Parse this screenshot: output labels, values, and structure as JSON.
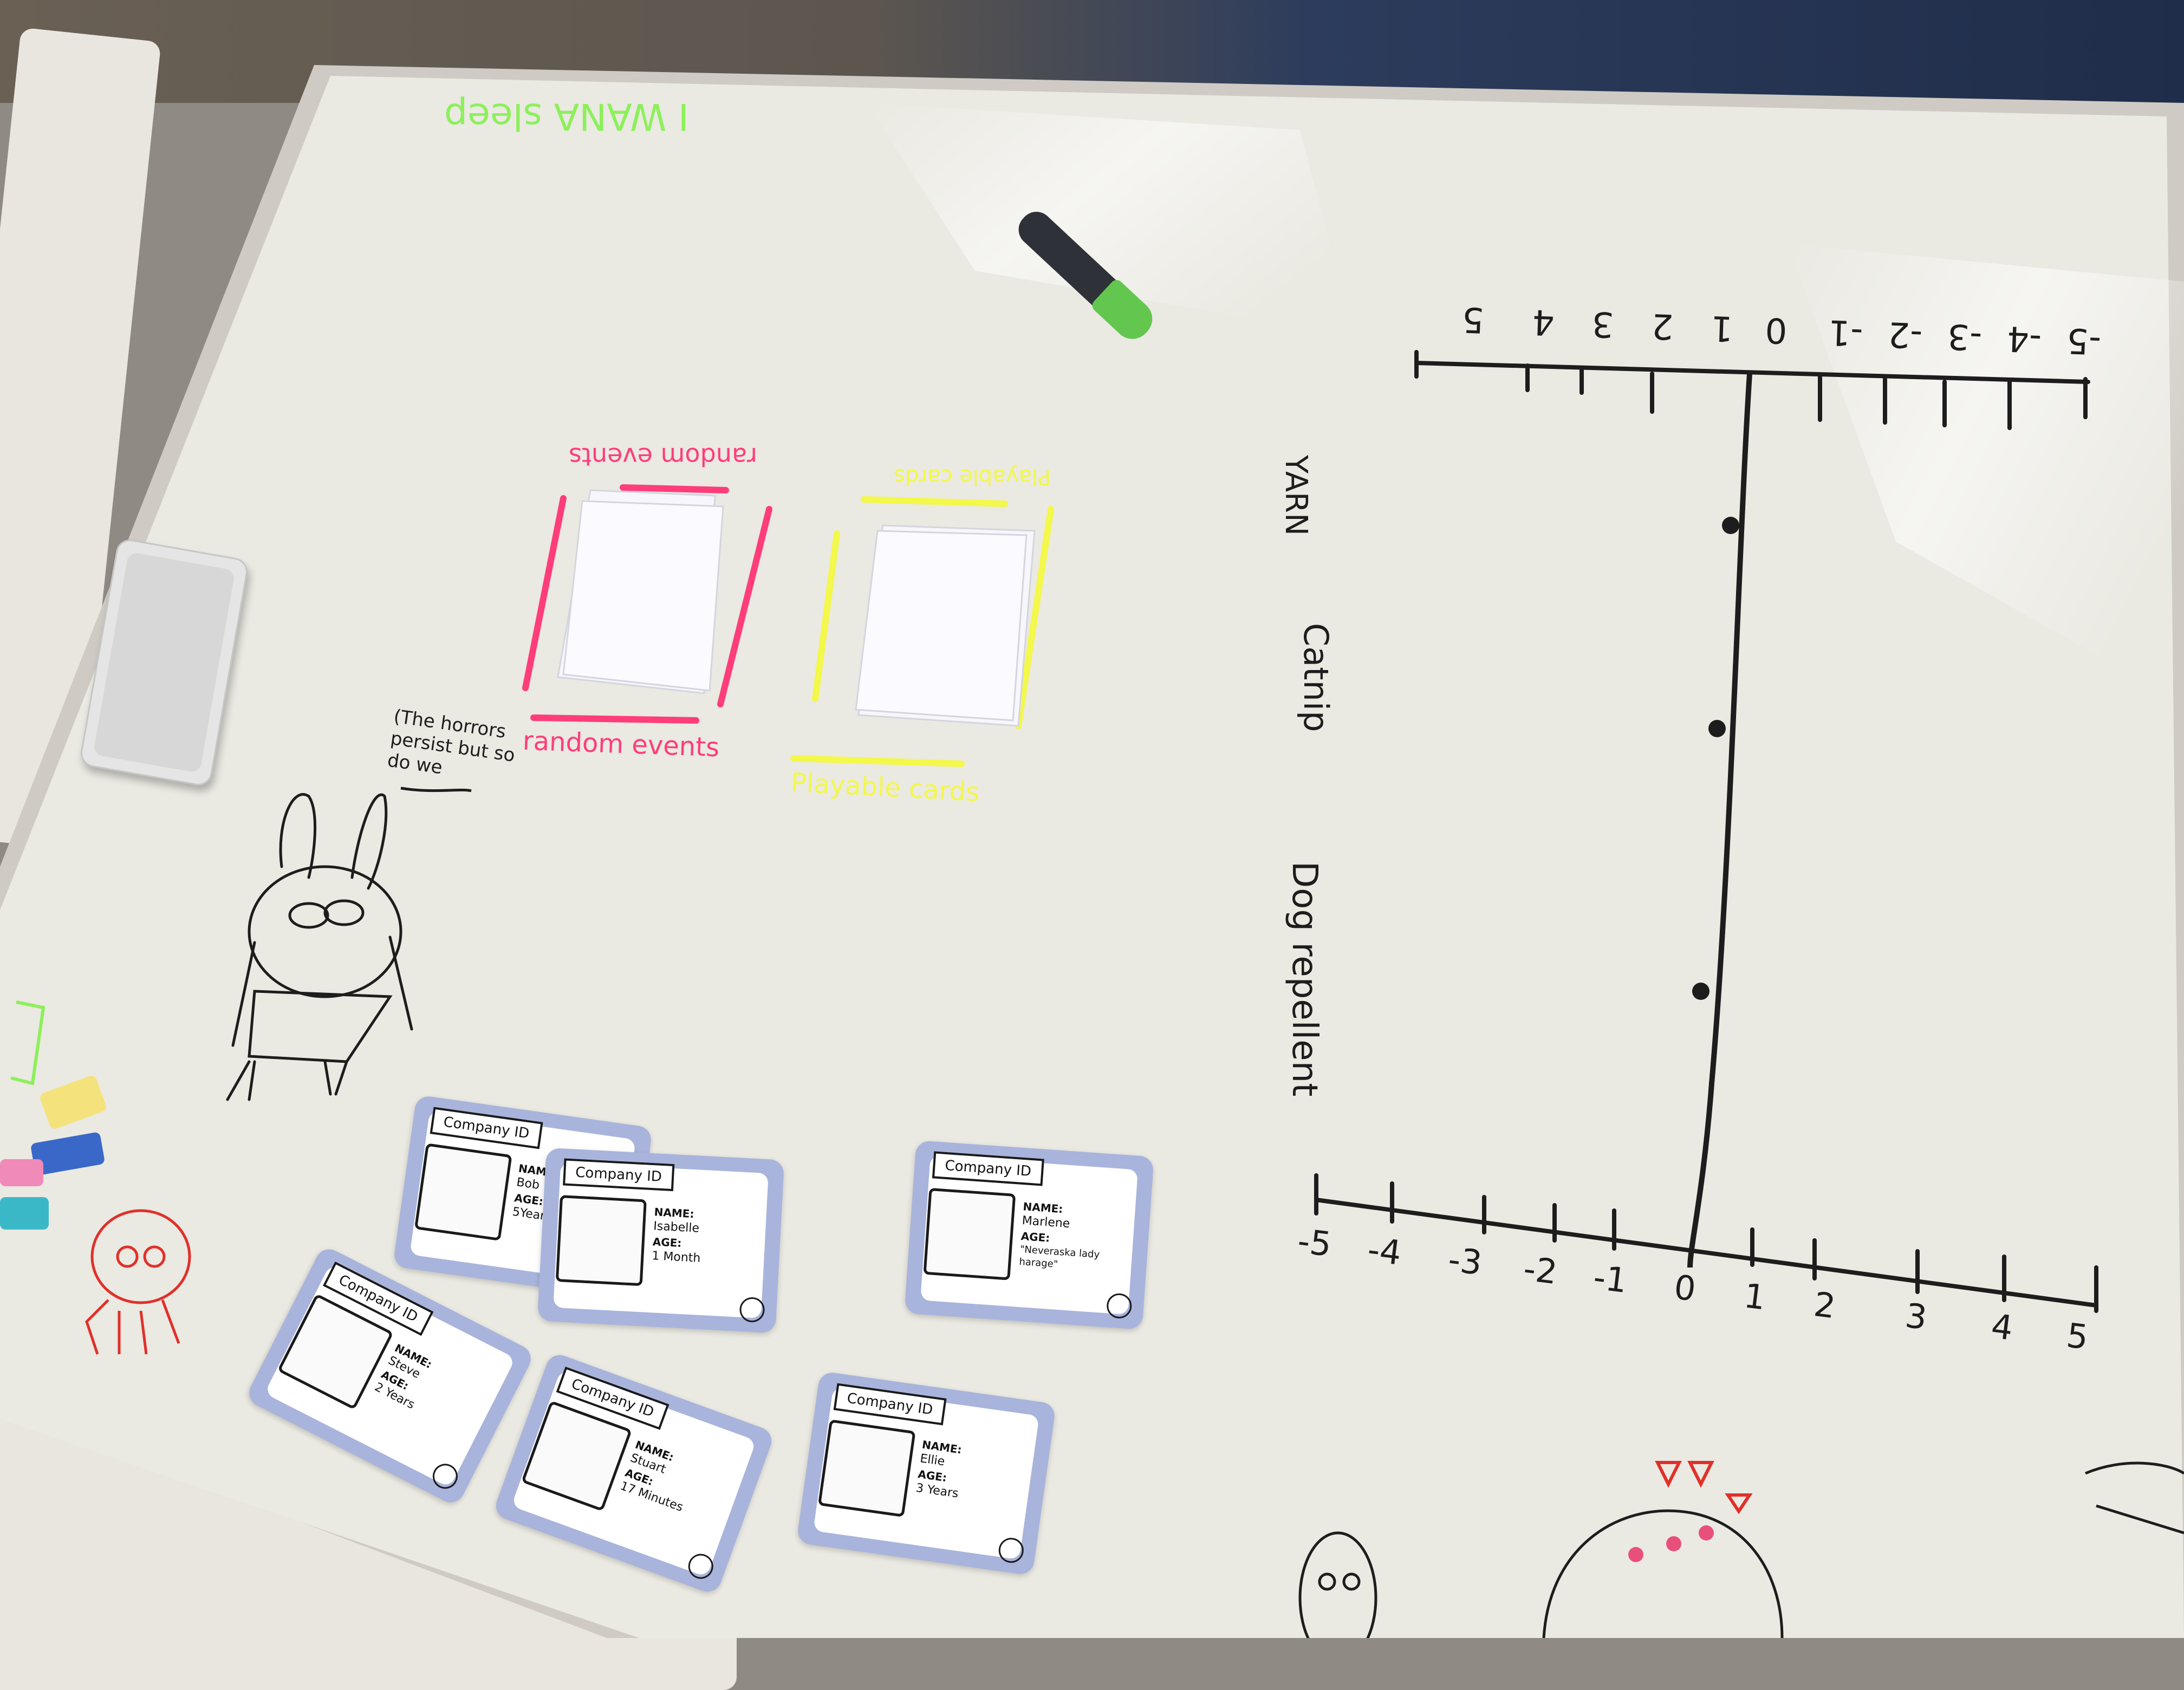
{
  "board_title": "I WANA sleep",
  "stacks": {
    "random_label_top": "random events",
    "random_label_bottom": "random events",
    "playable_label_top": "Playable cards",
    "playable_label_bottom": "Playable cards"
  },
  "speech": "(The horrors persist but so do we",
  "axis_top_labels": [
    "-5",
    "-4",
    "-3",
    "-2",
    "-1",
    "0",
    "1",
    "2",
    "3",
    "4",
    "5"
  ],
  "axis_bottom_labels": [
    "-5",
    "-4",
    "-3",
    "-2",
    "-1",
    "0",
    "1",
    "2",
    "3",
    "4",
    "5"
  ],
  "items": [
    "YARN",
    "Catnip",
    "Dog repellent"
  ],
  "id_cards": [
    {
      "title": "Company ID",
      "name_key": "NAME:",
      "age_key": "AGE:",
      "name": "Bob",
      "age": "5Years"
    },
    {
      "title": "Company ID",
      "name_key": "NAME:",
      "age_key": "AGE:",
      "name": "Isabelle",
      "age": "1 Month"
    },
    {
      "title": "Company ID",
      "name_key": "NAME:",
      "age_key": "AGE:",
      "name": "Marlene",
      "age": "\"Neveraska lady harage\""
    },
    {
      "title": "Company ID",
      "name_key": "NAME:",
      "age_key": "AGE:",
      "name": "Steve",
      "age": "2 Years"
    },
    {
      "title": "Company ID",
      "name_key": "NAME:",
      "age_key": "AGE:",
      "name": "Stuart",
      "age": "17 Minutes"
    },
    {
      "title": "Company ID",
      "name_key": "NAME:",
      "age_key": "AGE:",
      "name": "Ellie",
      "age": "3 Years"
    }
  ],
  "colors": {
    "board": "#eae9e2",
    "pink": "#ff3d7a",
    "yellow": "#f3f84a",
    "green": "#8cf05a",
    "ink": "#1d1d1d",
    "card_border": "#a8b4dc"
  },
  "icons": [
    "marker-icon",
    "eraser-icon",
    "binder-clip-icon",
    "smiley-icon"
  ]
}
